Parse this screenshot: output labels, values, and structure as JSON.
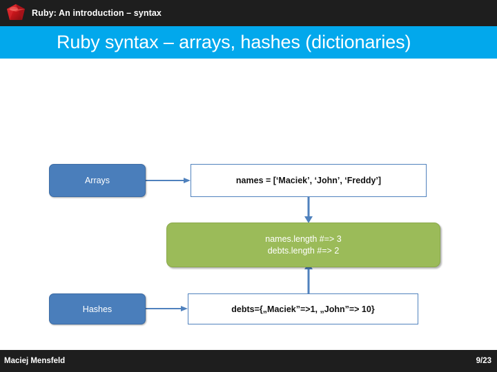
{
  "header": {
    "title": "Ruby: An introduction – syntax",
    "logo_icon": "ruby-gem-icon",
    "background": "#1e1e1e"
  },
  "title_band": {
    "title": "Ruby syntax – arrays, hashes (dictionaries)",
    "background": "#02a8ec"
  },
  "diagram": {
    "colors": {
      "pill": "#4a7ebb",
      "codebox_border": "#4f81bd",
      "green": "#9bbb59",
      "connector": "#4f81bd"
    },
    "nodes": {
      "arrays_label": "Arrays",
      "names_code": "names = [‘Maciek’, ‘John’, ‘Freddy’]",
      "result_line1": "names.length #=> 3",
      "result_line2": "debts.length #=> 2",
      "hashes_label": "Hashes",
      "debts_code": "debts={„Maciek”=>1, „John”=> 10}"
    }
  },
  "footer": {
    "author": "Maciej Mensfeld",
    "page": "9/23",
    "background": "#1e1e1e"
  }
}
